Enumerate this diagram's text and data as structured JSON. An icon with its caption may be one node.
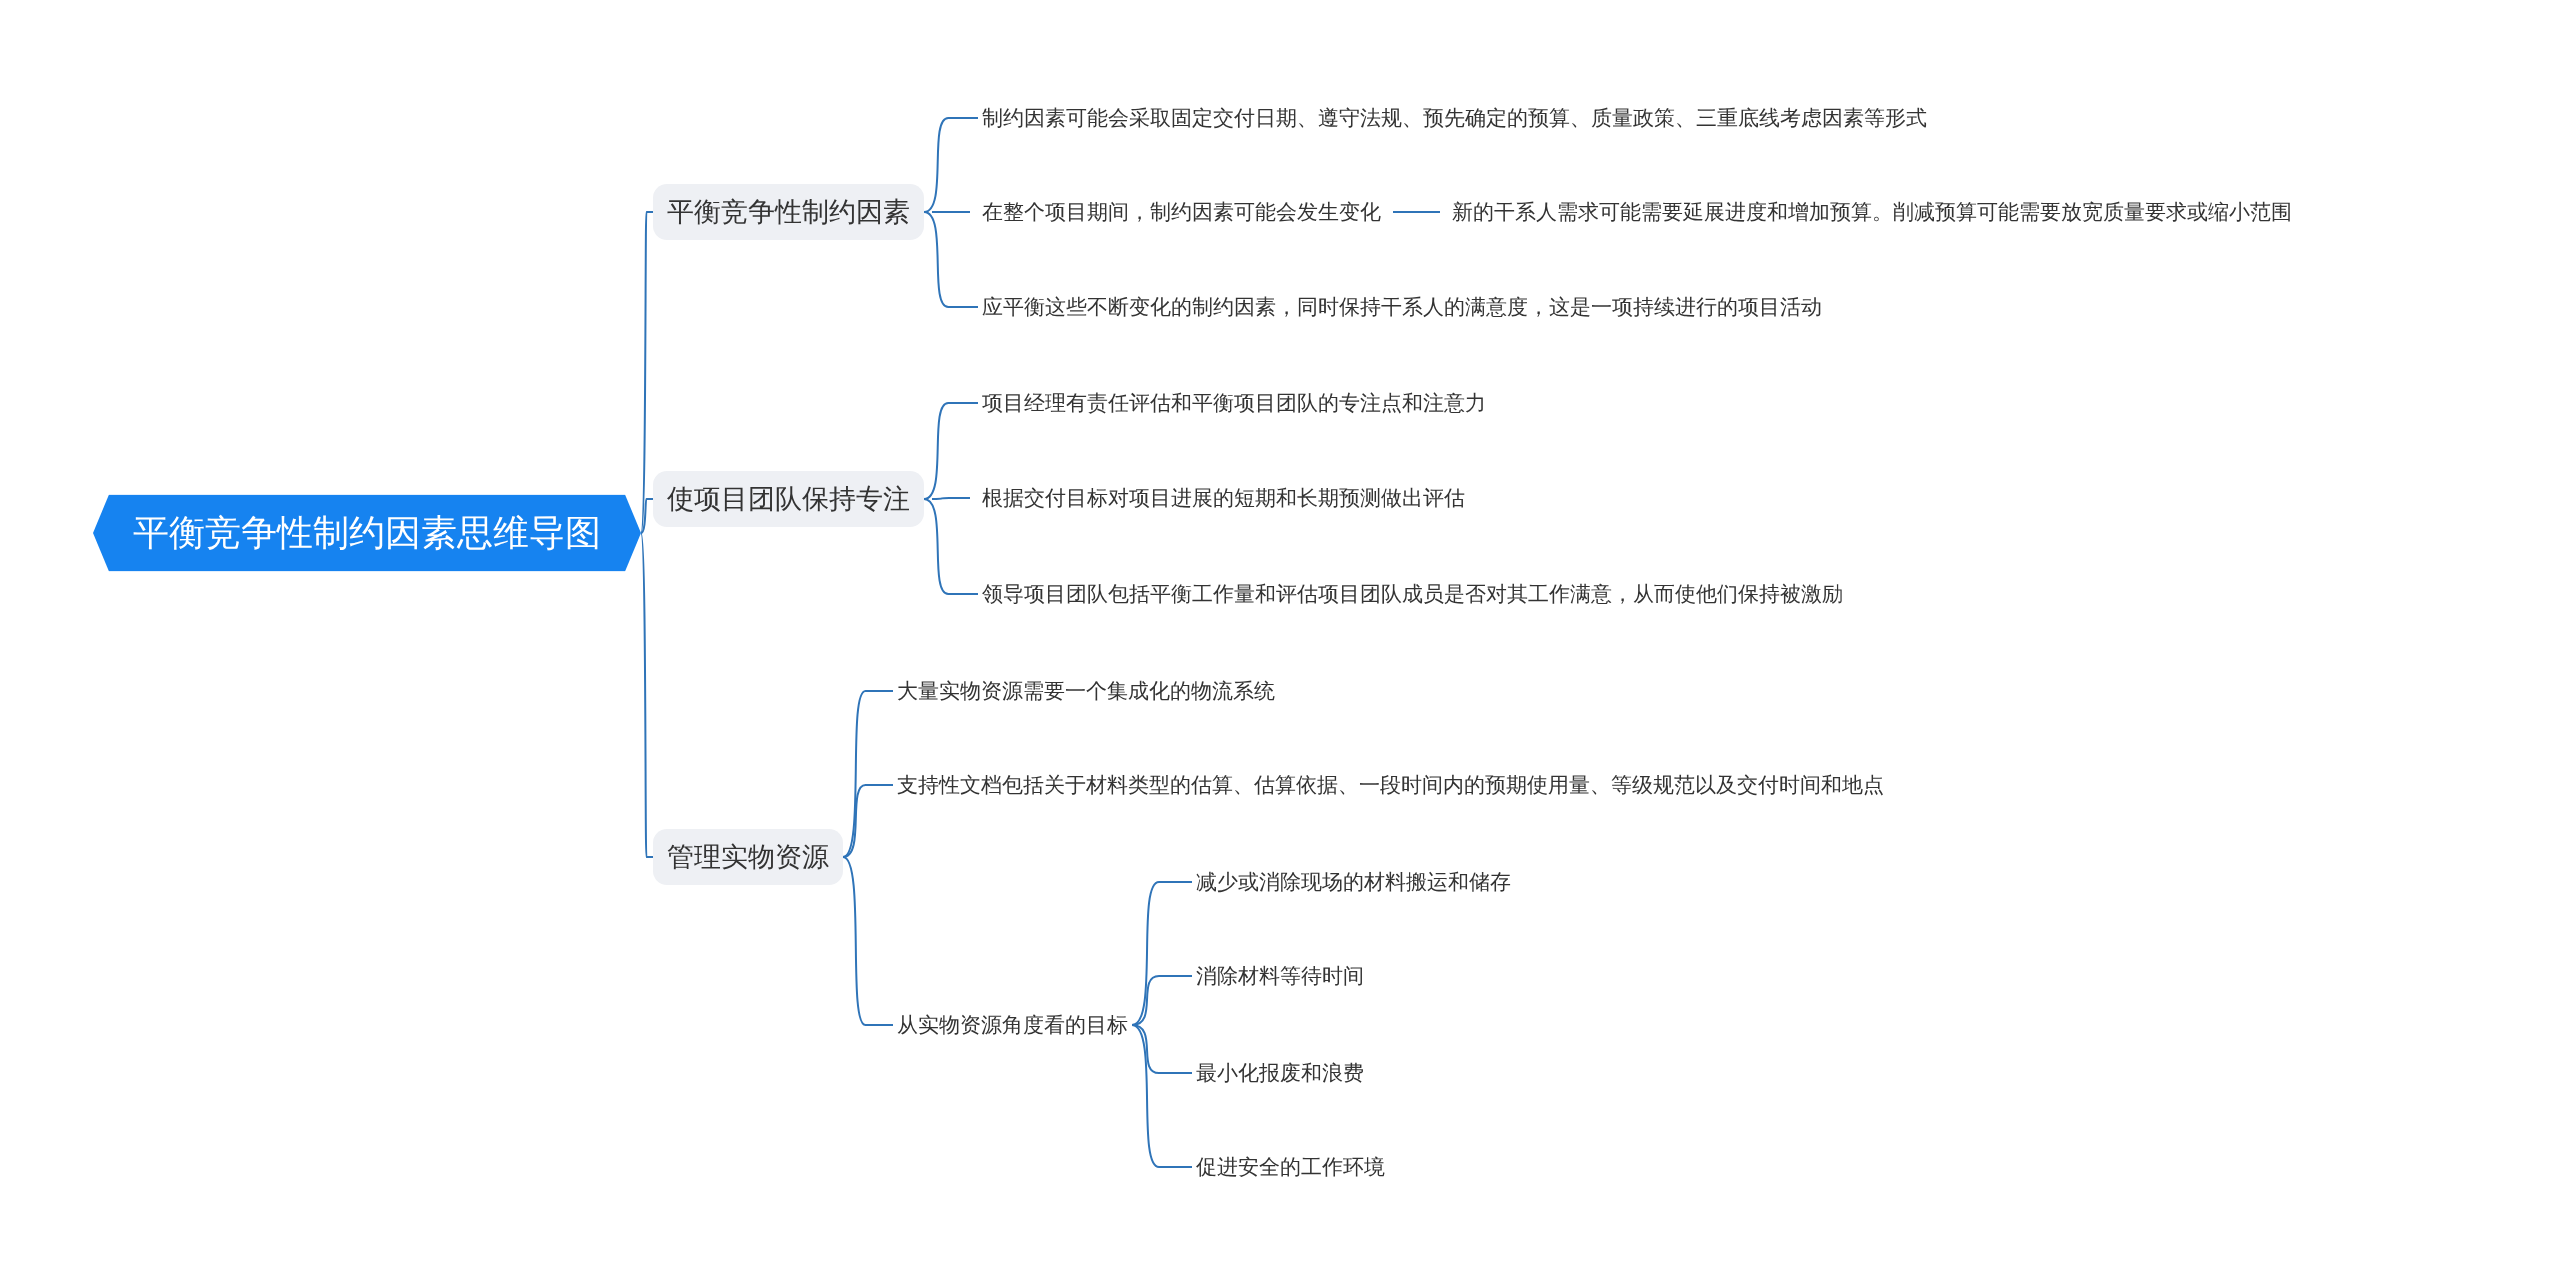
{
  "diagram": {
    "nodes": [
      {
        "text": [
          "平衡竞争性制约因素思维导图"
        ]
      },
      {
        "text": [
          "平衡竞争性制约因素"
        ]
      },
      {
        "text": [
          "制约因素可能会采取固定交付日期、遵守法规、预先确定的预算、质量政策、三重底线考虑因素等形式"
        ]
      },
      {
        "text": [
          "在整个项目期间，制约因素可能会发生变化"
        ]
      },
      {
        "text": [
          "新的干系人需求可能需要延展进度和增加预算。削减预算可能需要放宽质量要求或缩小范围"
        ]
      },
      {
        "text": [
          "应平衡这些不断变化的制约因素，同时保持干系人的满意度，这是一项持续进行的项目活动"
        ]
      },
      {
        "text": [
          "使项目团队保持专注"
        ]
      },
      {
        "text": [
          "项目经理有责任评估和平衡项目团队的专注点和注意力"
        ]
      },
      {
        "text": [
          "根据交付目标对项目进展的短期和长期预测做出评估"
        ]
      },
      {
        "text": [
          "领导项目团队包括平衡工作量和评估项目团队成员是否对其工作满意，从而使他们保持被激励"
        ]
      },
      {
        "text": [
          "管理实物资源"
        ]
      },
      {
        "text": [
          "大量实物资源需要一个集成化的物流系统"
        ]
      },
      {
        "text": [
          "支持性文档包括关于材料类型的估算、估算依据、一段时间内的预期使用量、等级规范以及交付时间和地点"
        ]
      },
      {
        "text": [
          "从实物资源角度看的目标"
        ]
      },
      {
        "text": [
          "减少或消除现场的材料搬运和储存"
        ]
      },
      {
        "text": [
          "消除材料等待时间"
        ]
      },
      {
        "text": [
          "最小化报废和浪费"
        ]
      },
      {
        "text": [
          "促进安全的工作环境"
        ]
      }
    ],
    "edges": [
      {
        "from": 0,
        "to": 1,
        "arrow": "none"
      },
      {
        "from": 0,
        "to": 6,
        "arrow": "none"
      },
      {
        "from": 0,
        "to": 10,
        "arrow": "none"
      },
      {
        "from": 1,
        "to": 2,
        "arrow": "none"
      },
      {
        "from": 1,
        "to": 3,
        "arrow": "none"
      },
      {
        "from": 1,
        "to": 5,
        "arrow": "none"
      },
      {
        "from": 3,
        "to": 4,
        "arrow": "none"
      },
      {
        "from": 6,
        "to": 7,
        "arrow": "none"
      },
      {
        "from": 6,
        "to": 8,
        "arrow": "none"
      },
      {
        "from": 6,
        "to": 9,
        "arrow": "none"
      },
      {
        "from": 10,
        "to": 11,
        "arrow": "none"
      },
      {
        "from": 10,
        "to": 12,
        "arrow": "none"
      },
      {
        "from": 10,
        "to": 13,
        "arrow": "none"
      },
      {
        "from": 13,
        "to": 14,
        "arrow": "none"
      },
      {
        "from": 13,
        "to": 15,
        "arrow": "none"
      },
      {
        "from": 13,
        "to": 16,
        "arrow": "none"
      },
      {
        "from": 13,
        "to": 17,
        "arrow": "none"
      }
    ]
  }
}
